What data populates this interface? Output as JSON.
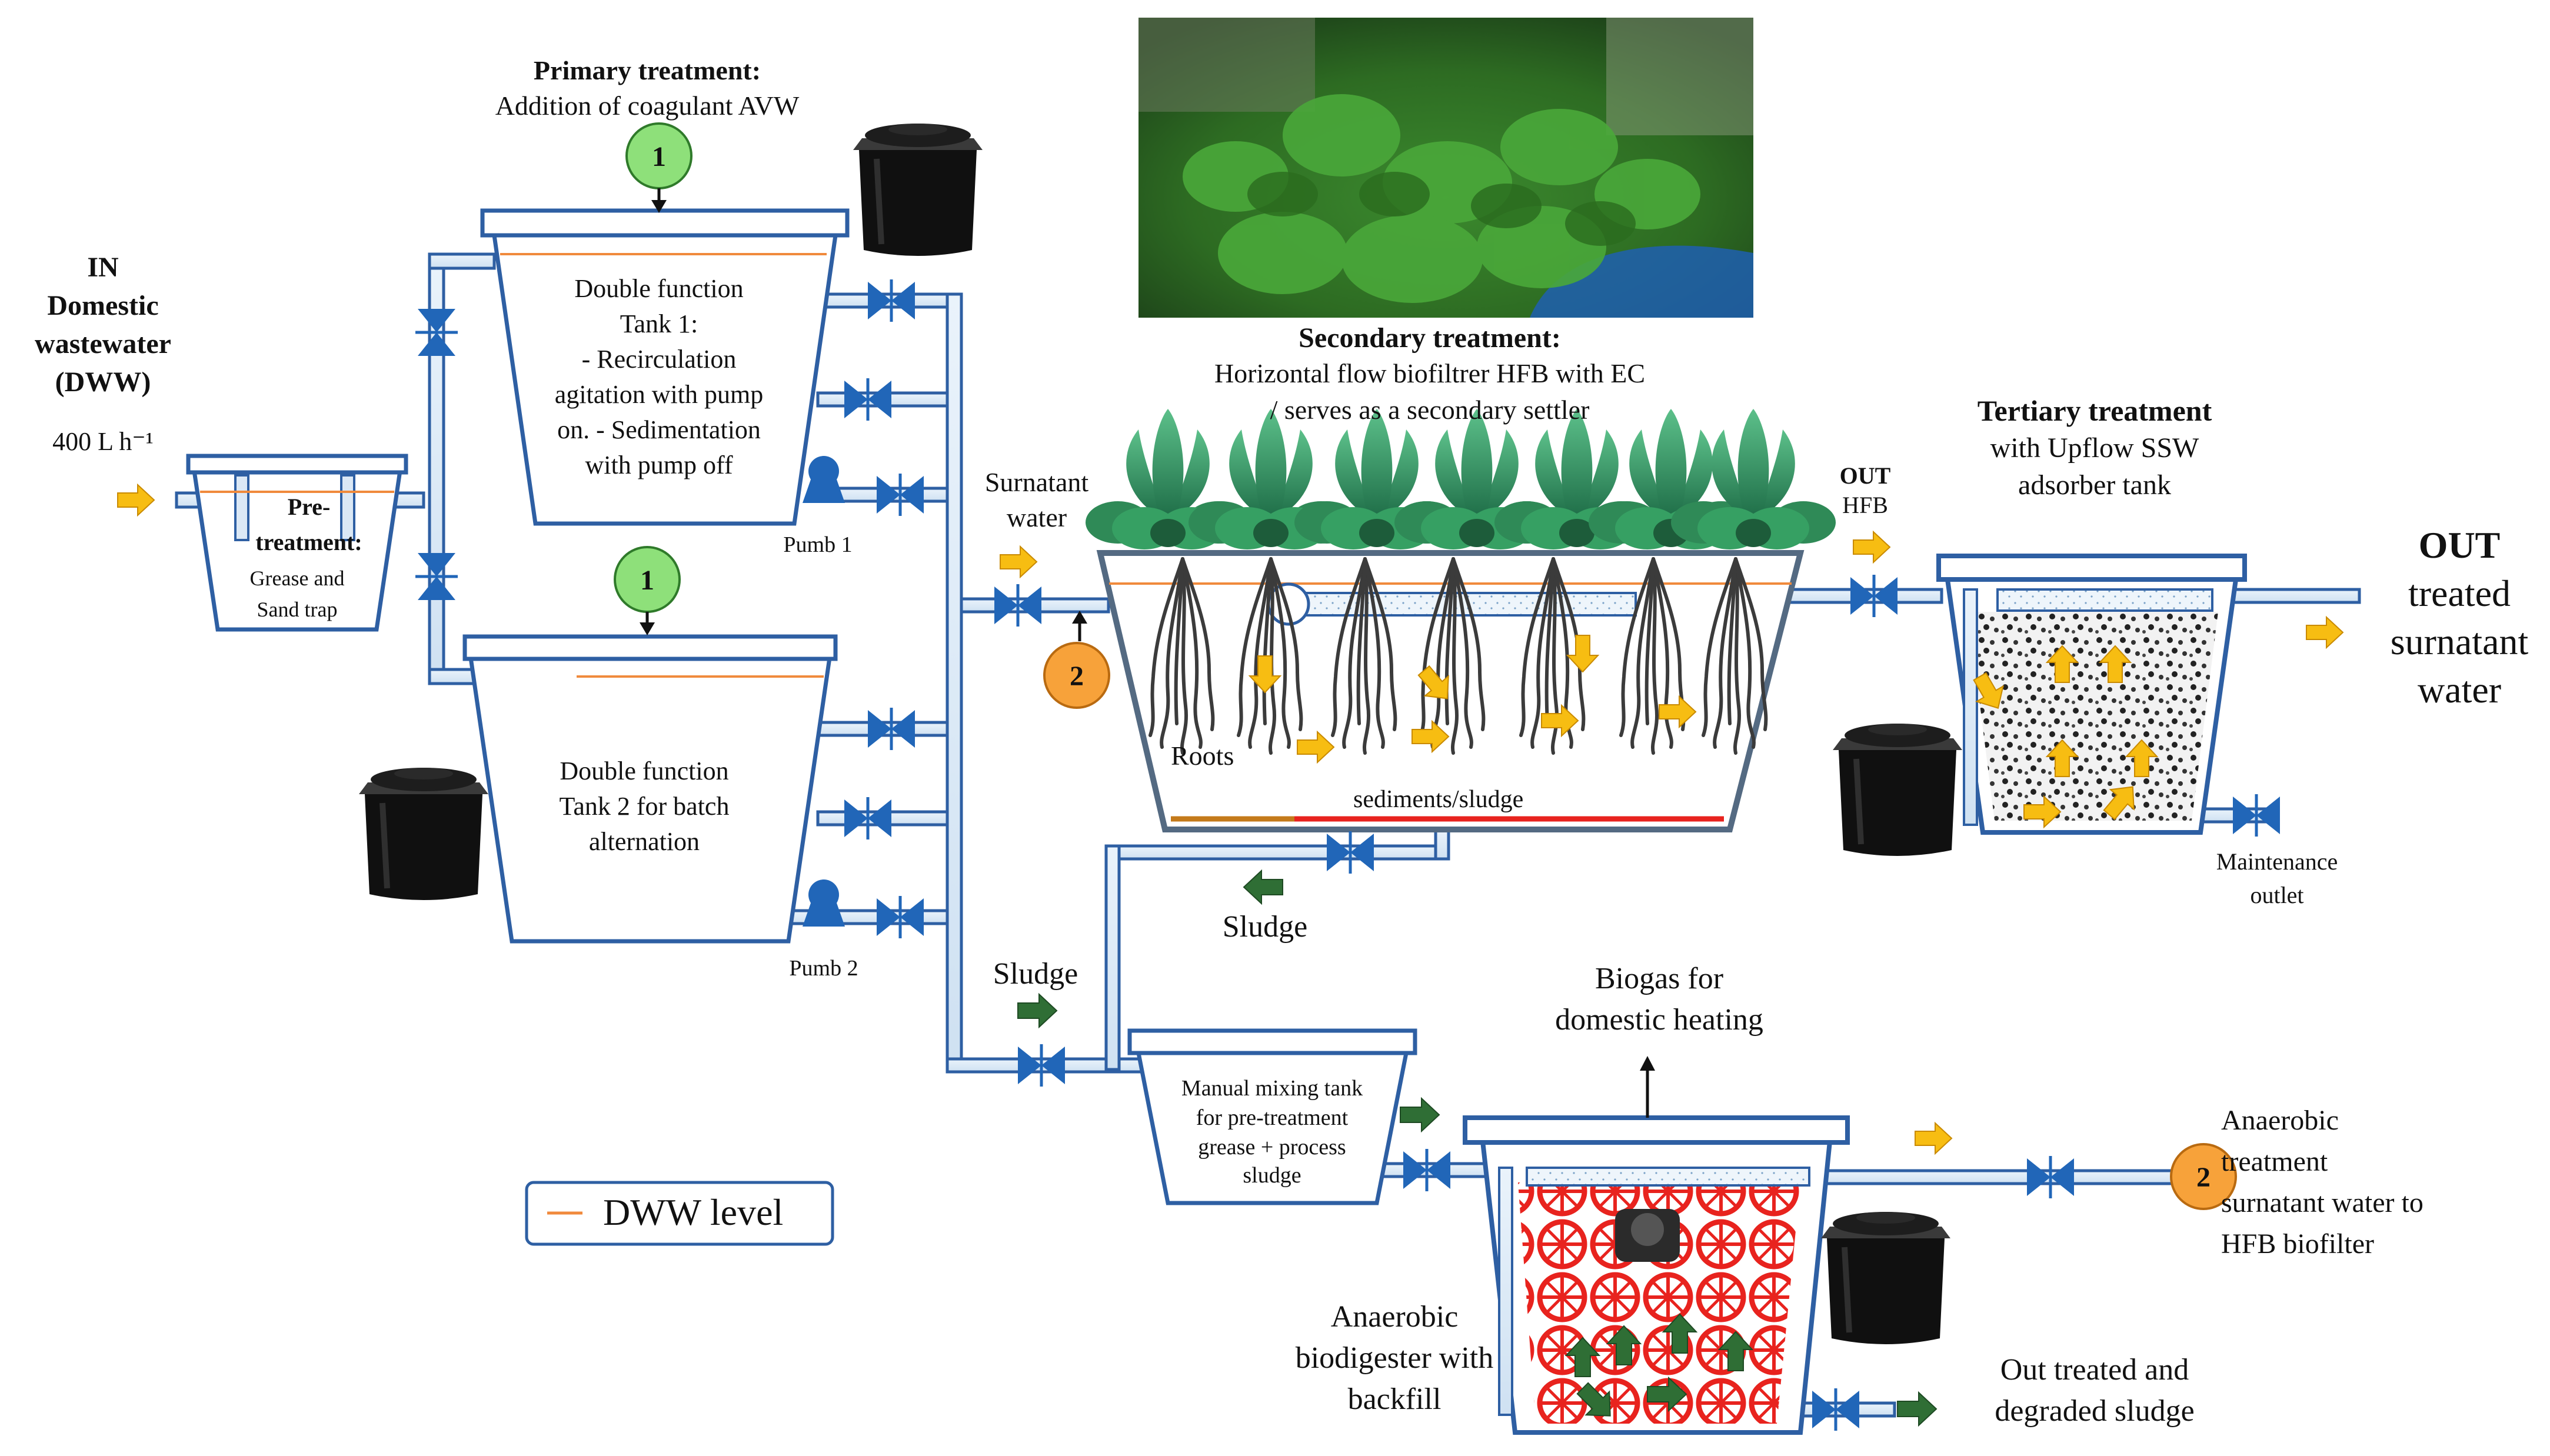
{
  "labels": {
    "primary_title": "Primary treatment:",
    "primary_sub": "Addition of coagulant AVW",
    "in_1": "IN",
    "in_2": "Domestic",
    "in_3": "wastewater",
    "in_4": "(DWW)",
    "flow": "400 L h⁻¹",
    "pre_1": "Pre-",
    "pre_2": "treatment:",
    "pre_3": "Grease and",
    "pre_4": "Sand trap",
    "tank1_1": "Double function",
    "tank1_2": "Tank 1:",
    "tank1_3": "- Recirculation",
    "tank1_4": "agitation with pump",
    "tank1_5": "on. - Sedimentation",
    "tank1_6": "with pump off",
    "pump1": "Pumb 1",
    "tank2_1": "Double function",
    "tank2_2": "Tank 2 for batch",
    "tank2_3": "alternation",
    "pump2": "Pumb 2",
    "secondary_title": "Secondary treatment:",
    "secondary_2": "Horizontal flow biofiltrer HFB with EC",
    "secondary_3": "/ serves as a secondary settler",
    "surnatant_1": "Surnatant",
    "surnatant_2": "water",
    "roots": "Roots",
    "sediments": "sediments/sludge",
    "out_hfb_1": "OUT",
    "out_hfb_2": "HFB",
    "tertiary_title": "Tertiary treatment",
    "tertiary_2": "with Upflow SSW",
    "tertiary_3": "adsorber tank",
    "out_1": "OUT",
    "out_2": "treated",
    "out_3": "surnatant",
    "out_4": "water",
    "maint_1": "Maintenance",
    "maint_2": "outlet",
    "sludge_a": "Sludge",
    "sludge_b": "Sludge",
    "biogas_1": "Biogas for",
    "biogas_2": "domestic heating",
    "mix_1": "Manual mixing tank",
    "mix_2": "for pre-treatment",
    "mix_3": "grease + process",
    "mix_4": "sludge",
    "anaer_1": "Anaerobic",
    "anaer_2": "treatment",
    "anaer_3": "surnatant water to",
    "anaer_4": "HFB biofilter",
    "digester_1": "Anaerobic",
    "digester_2": "biodigester with",
    "digester_3": "backfill",
    "out_sludge_1": "Out treated and",
    "out_sludge_2": "degraded sludge",
    "legend": "DWW level",
    "marker_1": "1",
    "marker_1b": "1",
    "marker_2": "2",
    "marker_2b": "2"
  },
  "colors": {
    "pipe": "#2e5fa3",
    "valve": "#2166b8",
    "dww_level": "#f08a3c",
    "arrow_yellow": "#f7bd12",
    "arrow_green": "#2f6e35",
    "marker_green": "#8ee07a",
    "marker_orange": "#f7a23a",
    "backfill_red": "#e8231e",
    "plant_green": "#2e8b57"
  },
  "icons": [
    "gate-valve-icon",
    "pump-icon",
    "storage-barrel-icon",
    "water-hyacinth-icon",
    "flow-arrow-icon",
    "photo-of-plants"
  ]
}
